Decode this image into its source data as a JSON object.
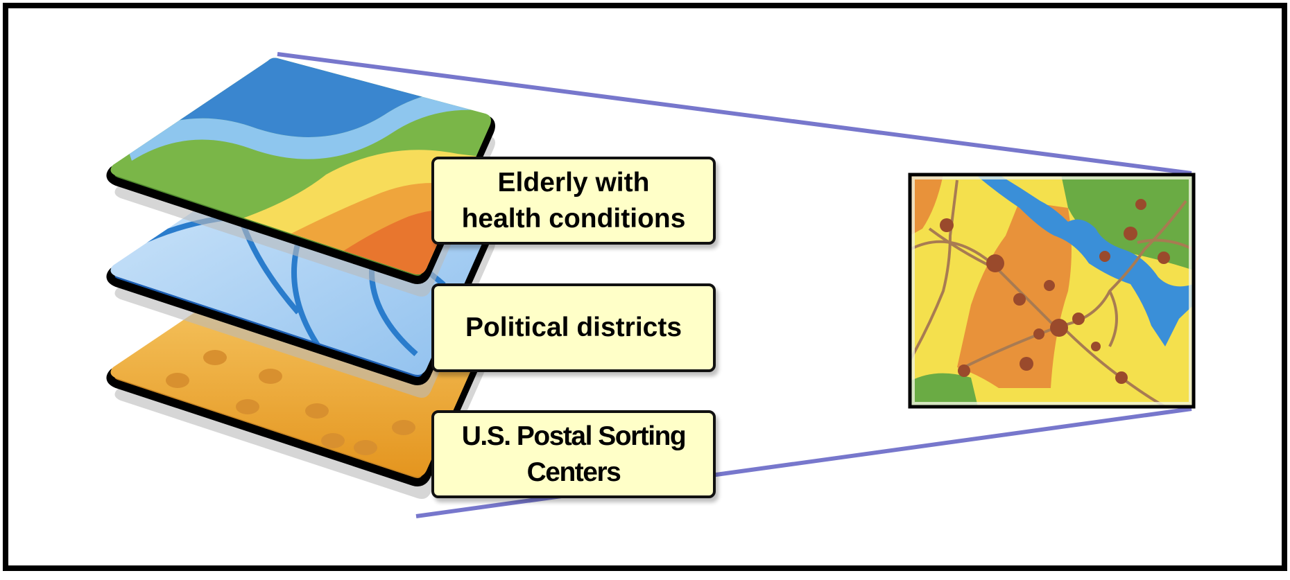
{
  "diagram": {
    "layers": [
      {
        "id": "top",
        "label": "Elderly with health conditions",
        "label_lines": [
          "Elderly with",
          "health conditions"
        ],
        "map_style": "heat"
      },
      {
        "id": "middle",
        "label": "Political districts",
        "label_lines": [
          "Political districts"
        ],
        "map_style": "districts"
      },
      {
        "id": "bottom",
        "label": "U.S. Postal Sorting Centers",
        "label_lines": [
          "U.S. Postal Sorting",
          "Centers"
        ],
        "map_style": "points"
      }
    ],
    "result_map": {
      "description_icon": "composite-map-icon"
    },
    "colors": {
      "frame": "#000000",
      "label_fill": "#ffffc8",
      "connector": "#7777cc",
      "layer_green": "#7ab648",
      "layer_blue": "#2e7fd0",
      "layer_orange": "#e8a23a",
      "map_yellow": "#f4e04d",
      "map_orange": "#e8923a",
      "map_green": "#6aab44",
      "map_water": "#3a8fd8",
      "map_point": "#9a4a2c"
    }
  }
}
